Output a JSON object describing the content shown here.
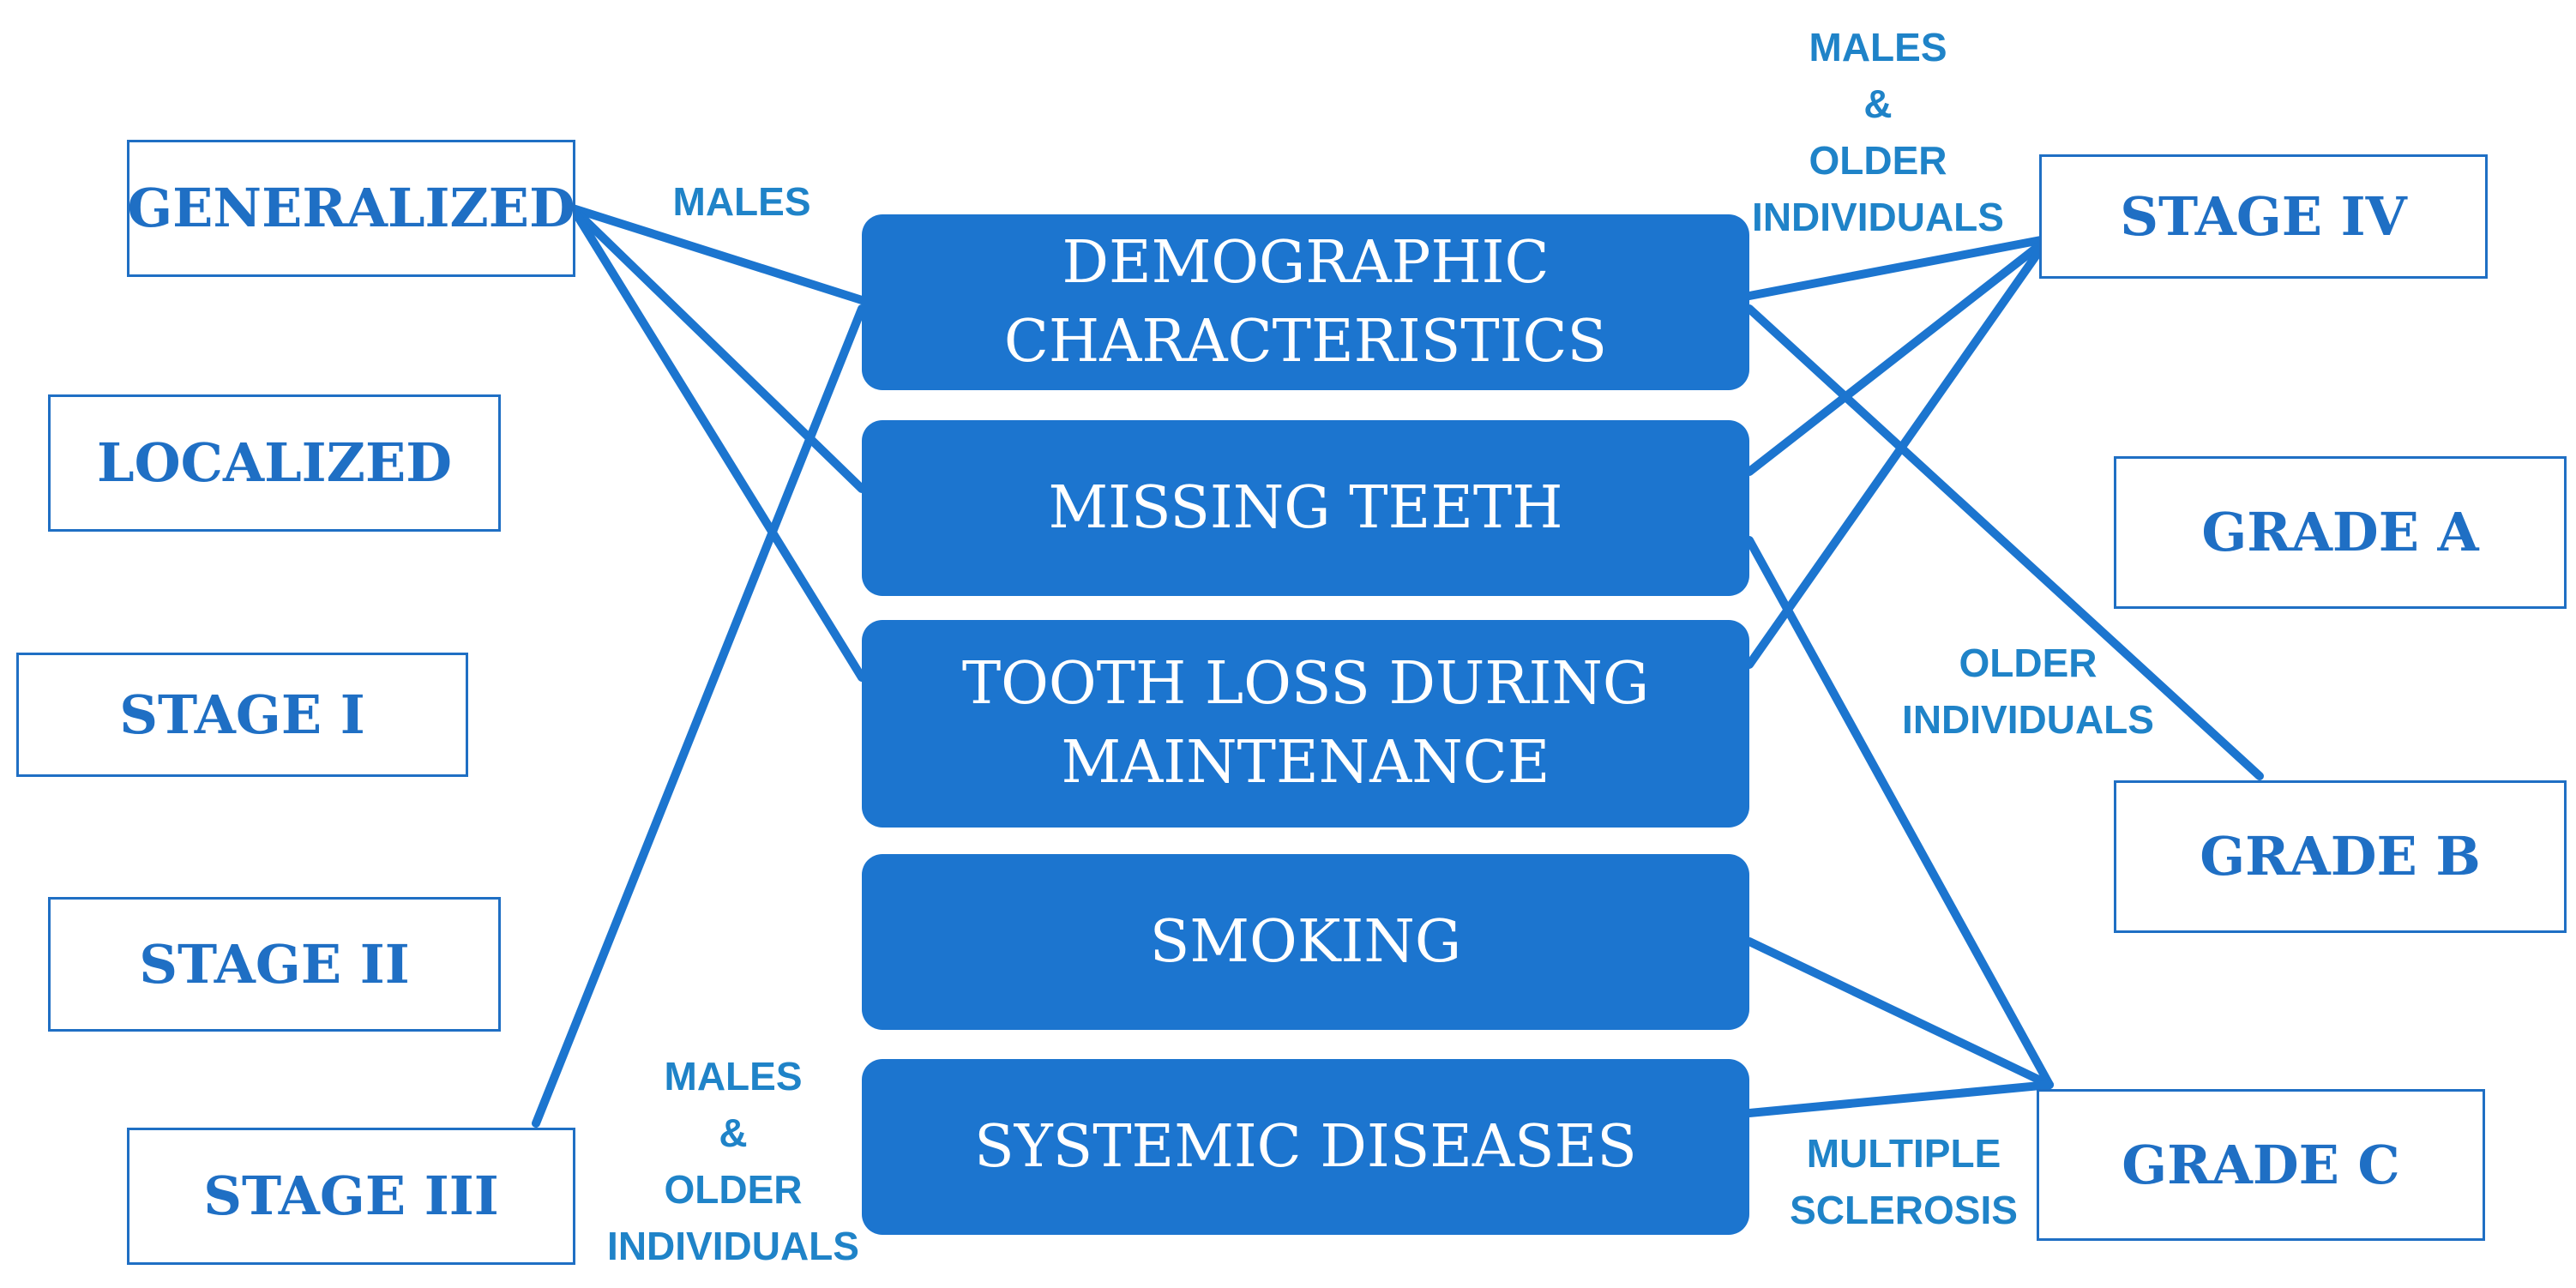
{
  "left_boxes": {
    "generalized": "GENERALIZED",
    "localized": "LOCALIZED",
    "stage_1": "STAGE I",
    "stage_2": "STAGE II",
    "stage_3": "STAGE III"
  },
  "center_boxes": {
    "demographic": "DEMOGRAPHIC\nCHARACTERISTICS",
    "missing_teeth": "MISSING TEETH",
    "tooth_loss": "TOOTH LOSS DURING\nMAINTENANCE",
    "smoking": "SMOKING",
    "systemic": "SYSTEMIC DISEASES"
  },
  "right_boxes": {
    "stage_4": "STAGE IV",
    "grade_a": "GRADE A",
    "grade_b": "GRADE B",
    "grade_c": "GRADE C"
  },
  "annotations": {
    "males_top_left": "MALES",
    "males_older_top_right": "MALES\n&\nOLDER\nINDIVIDUALS",
    "older_right": "OLDER\nINDIVIDUALS",
    "males_older_bottom_left": "MALES\n&\nOLDER\nINDIVIDUALS",
    "multiple_sclerosis": "MULTIPLE\nSCLEROSIS"
  },
  "colors": {
    "center_fill": "#1c75cf",
    "outline": "#1f6fc4",
    "annotation_text": "#1f83c8"
  }
}
